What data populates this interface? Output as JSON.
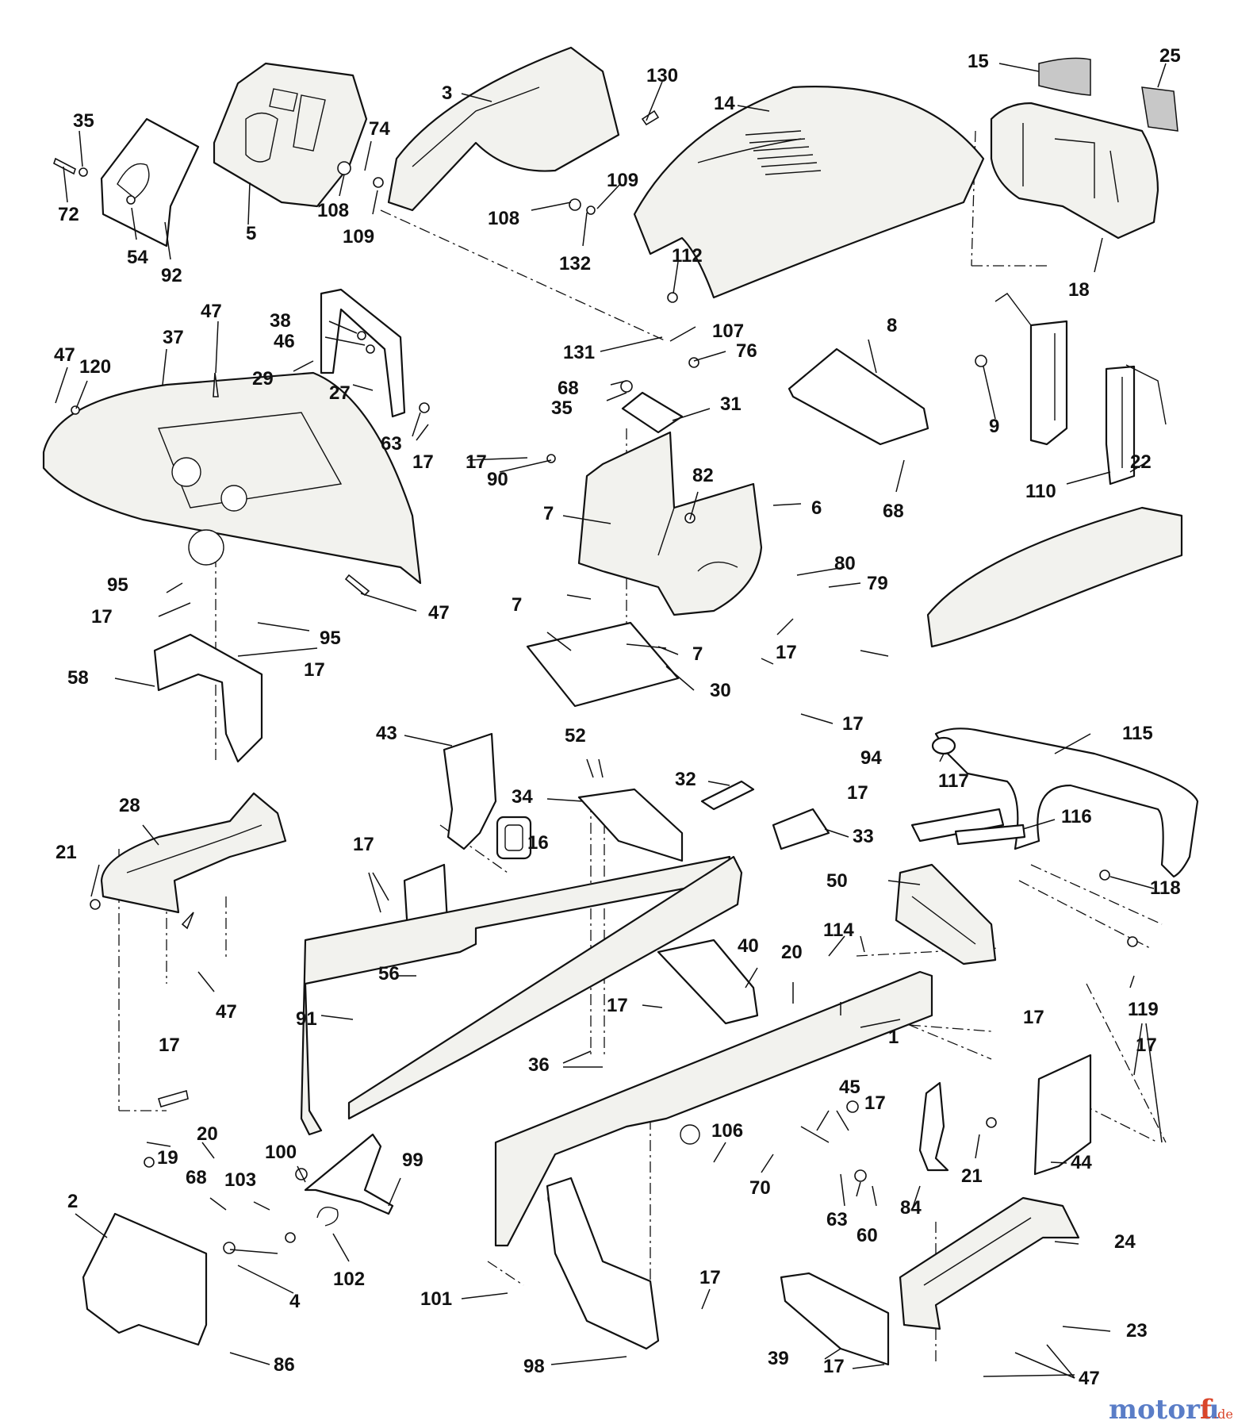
{
  "watermark": {
    "brand_main": "motoru",
    "brand_accent": "f",
    "domain": ".de",
    "color_main": "#5a7dc7",
    "color_accent": "#d9452a"
  },
  "callouts": {
    "c15": "15",
    "c25": "25",
    "c3": "3",
    "c130": "130",
    "c14": "14",
    "c35a": "35",
    "c74": "74",
    "c72": "72",
    "c5": "5",
    "c54": "54",
    "c92": "92",
    "c108a": "108",
    "c109a": "109",
    "c108b": "108",
    "c109b": "109",
    "c132": "132",
    "c18": "18",
    "c112": "112",
    "c47a": "47",
    "c38": "38",
    "c46": "46",
    "c8": "8",
    "c131": "131",
    "c107": "107",
    "c76": "76",
    "c29": "29",
    "c27": "27",
    "c47b": "47",
    "c120": "120",
    "c37": "37",
    "c68a": "68",
    "c35b": "35",
    "c31": "31",
    "c9": "9",
    "c63a": "63",
    "c17a": "17",
    "c17b": "17",
    "c90": "90",
    "c82": "82",
    "c68b": "68",
    "c110": "110",
    "c22": "22",
    "c6": "6",
    "c7a": "7",
    "c80": "80",
    "c79": "79",
    "c7b": "7",
    "c95a": "95",
    "c47c": "47",
    "c17c": "17",
    "c95b": "95",
    "c17d": "17",
    "c7c": "7",
    "c30": "30",
    "c58": "58",
    "c17e": "17",
    "c43": "43",
    "c52": "52",
    "c17f": "17",
    "c94": "94",
    "c115": "115",
    "c117": "117",
    "c32": "32",
    "c28": "28",
    "c34": "34",
    "c33": "33",
    "c21a": "21",
    "c17g": "17",
    "c16": "16",
    "c116": "116",
    "c50": "50",
    "c118": "118",
    "c114": "114",
    "c40": "40",
    "c56": "56",
    "c20a": "20",
    "c47d": "47",
    "c17h": "17",
    "c17i": "17",
    "c91": "91",
    "c119": "119",
    "c17j": "17",
    "c1": "1",
    "c36": "36",
    "c45": "45",
    "c17k": "17",
    "c17l": "17",
    "c19": "19",
    "c20b": "20",
    "c100": "100",
    "c99": "99",
    "c106": "106",
    "c70": "70",
    "c21b": "21",
    "c44": "44",
    "c68c": "68",
    "c103": "103",
    "c2": "2",
    "c63b": "63",
    "c60": "60",
    "c84": "84",
    "c24": "24",
    "c102": "102",
    "c4": "4",
    "c17m": "17",
    "c101": "101",
    "c23": "23",
    "c39": "39",
    "c98": "98",
    "c17n": "17",
    "c47e": "47",
    "c86": "86"
  }
}
